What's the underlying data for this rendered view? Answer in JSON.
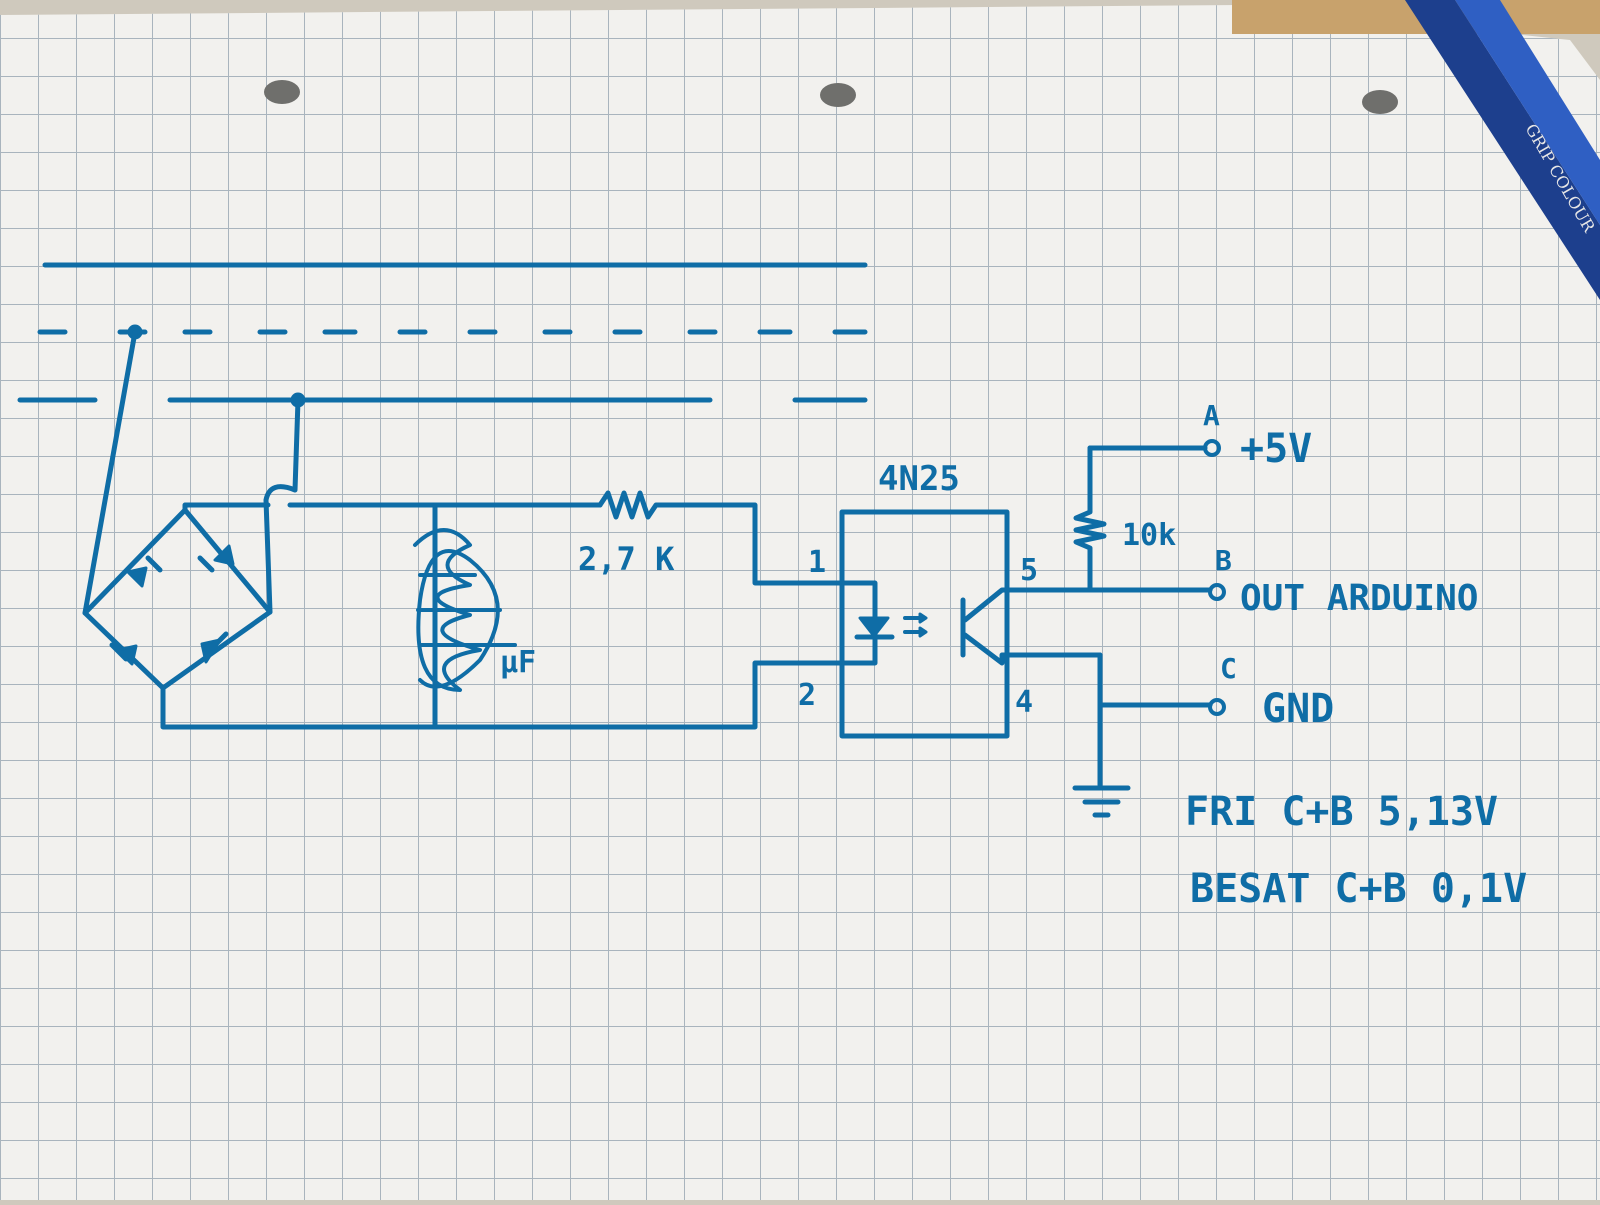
{
  "diagram": {
    "ink_color": "#0f6da6",
    "paper_color": "#f2f1ee",
    "grid_color": "#a9b4bd",
    "labels": {
      "resistor_in": "2,7 K",
      "capacitor": "µF",
      "ic": "4N25",
      "pin1": "1",
      "pin2": "2",
      "pin4": "4",
      "pin5": "5",
      "resistor_pullup": "10k",
      "term_a": "A",
      "term_b": "B",
      "term_c": "C",
      "plus5v": "+5V",
      "out_arduino": "OUT ARDUINO",
      "gnd": "GND",
      "note1": "FRI C+B 5,13V",
      "note2": "BESAT C+B 0,1V"
    },
    "pencil_text": "GRIP COLOUR"
  }
}
